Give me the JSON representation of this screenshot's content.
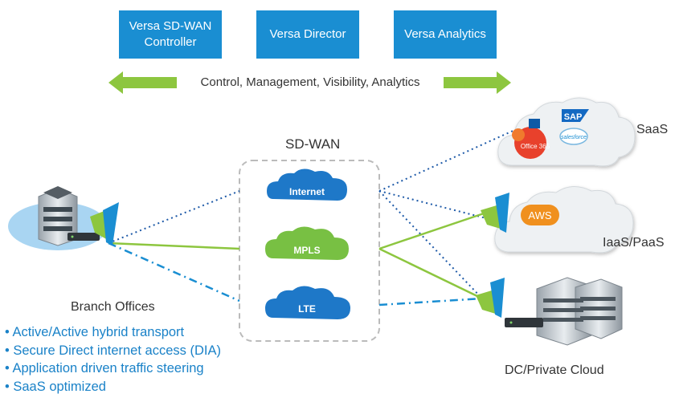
{
  "top_boxes": {
    "controller": "Versa SD-WAN Controller",
    "director": "Versa Director",
    "analytics": "Versa Analytics"
  },
  "arrow_label": "Control, Management, Visibility, Analytics",
  "sdwan_label": "SD-WAN",
  "clouds": {
    "internet": "Internet",
    "mpls": "MPLS",
    "lte": "LTE"
  },
  "saas": {
    "label": "SaaS",
    "logos": {
      "sap": "SAP",
      "salesforce": "salesforce",
      "office365": "Office 365"
    }
  },
  "iaas": {
    "label": "IaaS/PaaS",
    "aws": "AWS"
  },
  "branch_label": "Branch Offices",
  "dc_label": "DC/Private Cloud",
  "bullets": [
    "Active/Active hybrid transport",
    "Secure Direct internet access (DIA)",
    "Application driven traffic steering",
    "SaaS optimized"
  ],
  "colors": {
    "box_blue": "#1a8ed2",
    "arrow_green": "#8dc63f",
    "cloud_blue": "#1e78c8",
    "cloud_green": "#78c043",
    "link_dotted": "#1e5aa8",
    "link_dashdot": "#1a8ed2",
    "bullet_text": "#1a82c8"
  }
}
